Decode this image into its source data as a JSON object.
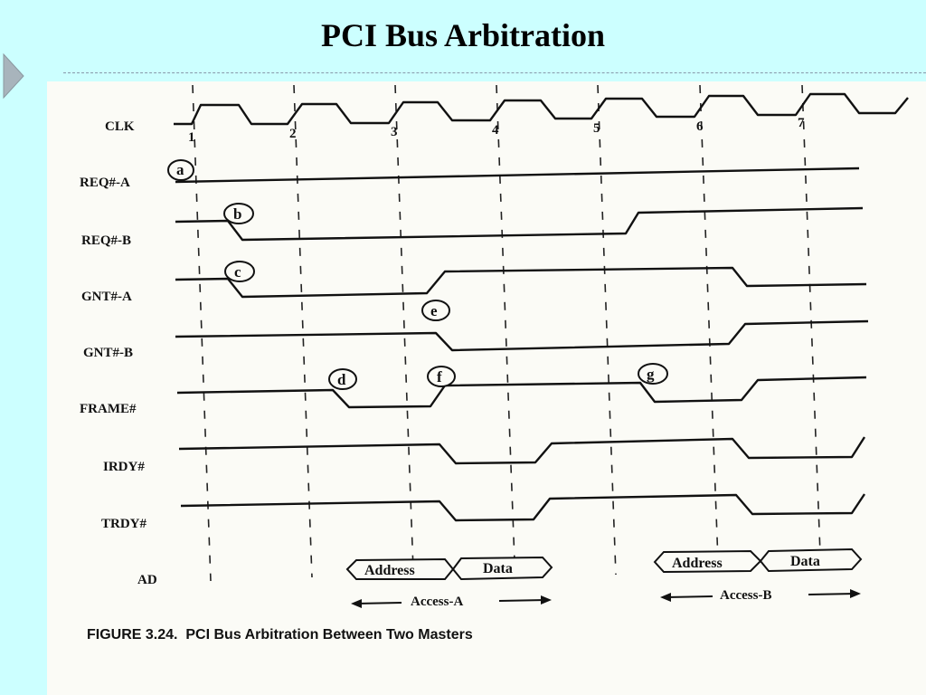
{
  "slide": {
    "title": "PCI Bus Arbitration"
  },
  "figure": {
    "caption": "FIGURE 3.24.  PCI Bus Arbitration Between Two Masters",
    "clock_numbers": [
      "1",
      "2",
      "3",
      "4",
      "5",
      "6",
      "7"
    ],
    "signals": {
      "clk": "CLK",
      "req_a": "REQ#-A",
      "req_b": "REQ#-B",
      "gnt_a": "GNT#-A",
      "gnt_b": "GNT#-B",
      "frame": "FRAME#",
      "irdy": "IRDY#",
      "trdy": "TRDY#",
      "ad": "AD"
    },
    "markers": [
      "a",
      "b",
      "c",
      "d",
      "e",
      "f",
      "g"
    ],
    "bus_phases": {
      "address": "Address",
      "data": "Data"
    },
    "transactions": {
      "access_a": "Access-A",
      "access_b": "Access-B"
    }
  }
}
